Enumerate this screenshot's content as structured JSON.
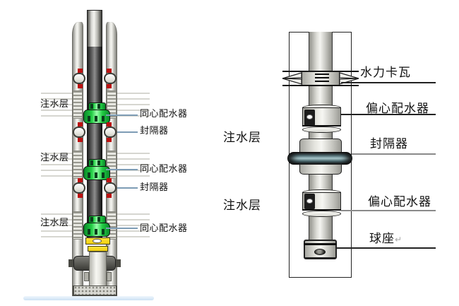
{
  "colors": {
    "label_color": "#111111",
    "distributor_green": "#22cc44",
    "distributor_green_light": "#99ffaa",
    "distributor_green_dark": "#0a8a2a",
    "distributor_slot_green": "#0a3d1c",
    "packer_seal_red": "#bb1111",
    "packer_ring_teal": "#a8c6ca",
    "leader_line_blue": "#7d9cb5",
    "safety_joint_yellow": "#f0d010",
    "bottom_bar_blue": "#cde2f4"
  },
  "left_diagram": {
    "injection_layer_labels": [
      "注水层",
      "注水层",
      "注水层"
    ],
    "concentric_distributor_labels": [
      "同心配水器",
      "同心配水器",
      "同心配水器"
    ],
    "packer_labels": [
      "封隔器",
      "封隔器"
    ]
  },
  "right_diagram": {
    "hydraulic_slip_label": "水力卡瓦",
    "eccentric_distributor_labels": [
      "偏心配水器",
      "偏心配水器"
    ],
    "packer_label": "封隔器",
    "ball_seat_label": "球座",
    "paragraph_mark": "↵",
    "injection_layer_labels": [
      "注水层",
      "注水层"
    ]
  }
}
